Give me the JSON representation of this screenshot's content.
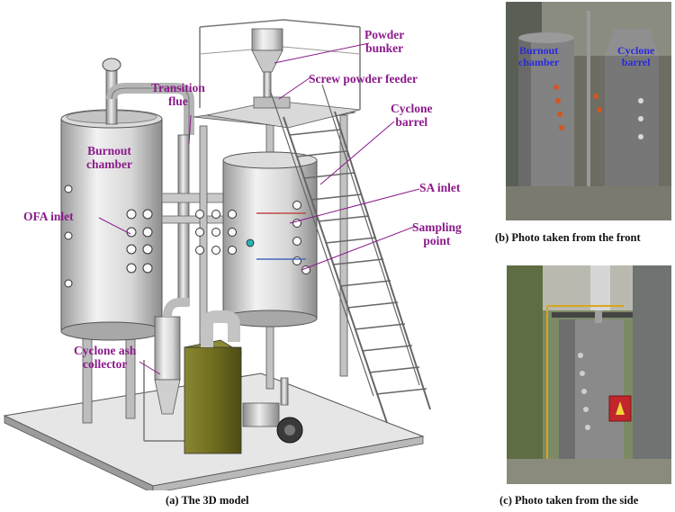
{
  "labels": {
    "powder_bunker": "Powder\nbunker",
    "screw_feeder": "Screw powder feeder",
    "transition_flue": "Transition\nflue",
    "cyclone_barrel": "Cyclone\nbarrel",
    "burnout_chamber": "Burnout\nchamber",
    "sa_inlet": "SA inlet",
    "ofa_inlet": "OFA inlet",
    "sampling_point": "Sampling\npoint",
    "cyclone_ash_collector": "Cyclone ash\ncollector"
  },
  "photo_labels": {
    "burnout_chamber": "Burnout\nchamber",
    "cyclone_barrel": "Cyclone\nbarrel"
  },
  "captions": {
    "a": "(a) The 3D model",
    "b": "(b) Photo taken from the front",
    "c": "(c) Photo taken from the side"
  },
  "colors": {
    "label": "#8b1a8b",
    "photo_label": "#2a2adb",
    "warning_box": "#c0262b",
    "ash_box": "#6f6d1f"
  }
}
